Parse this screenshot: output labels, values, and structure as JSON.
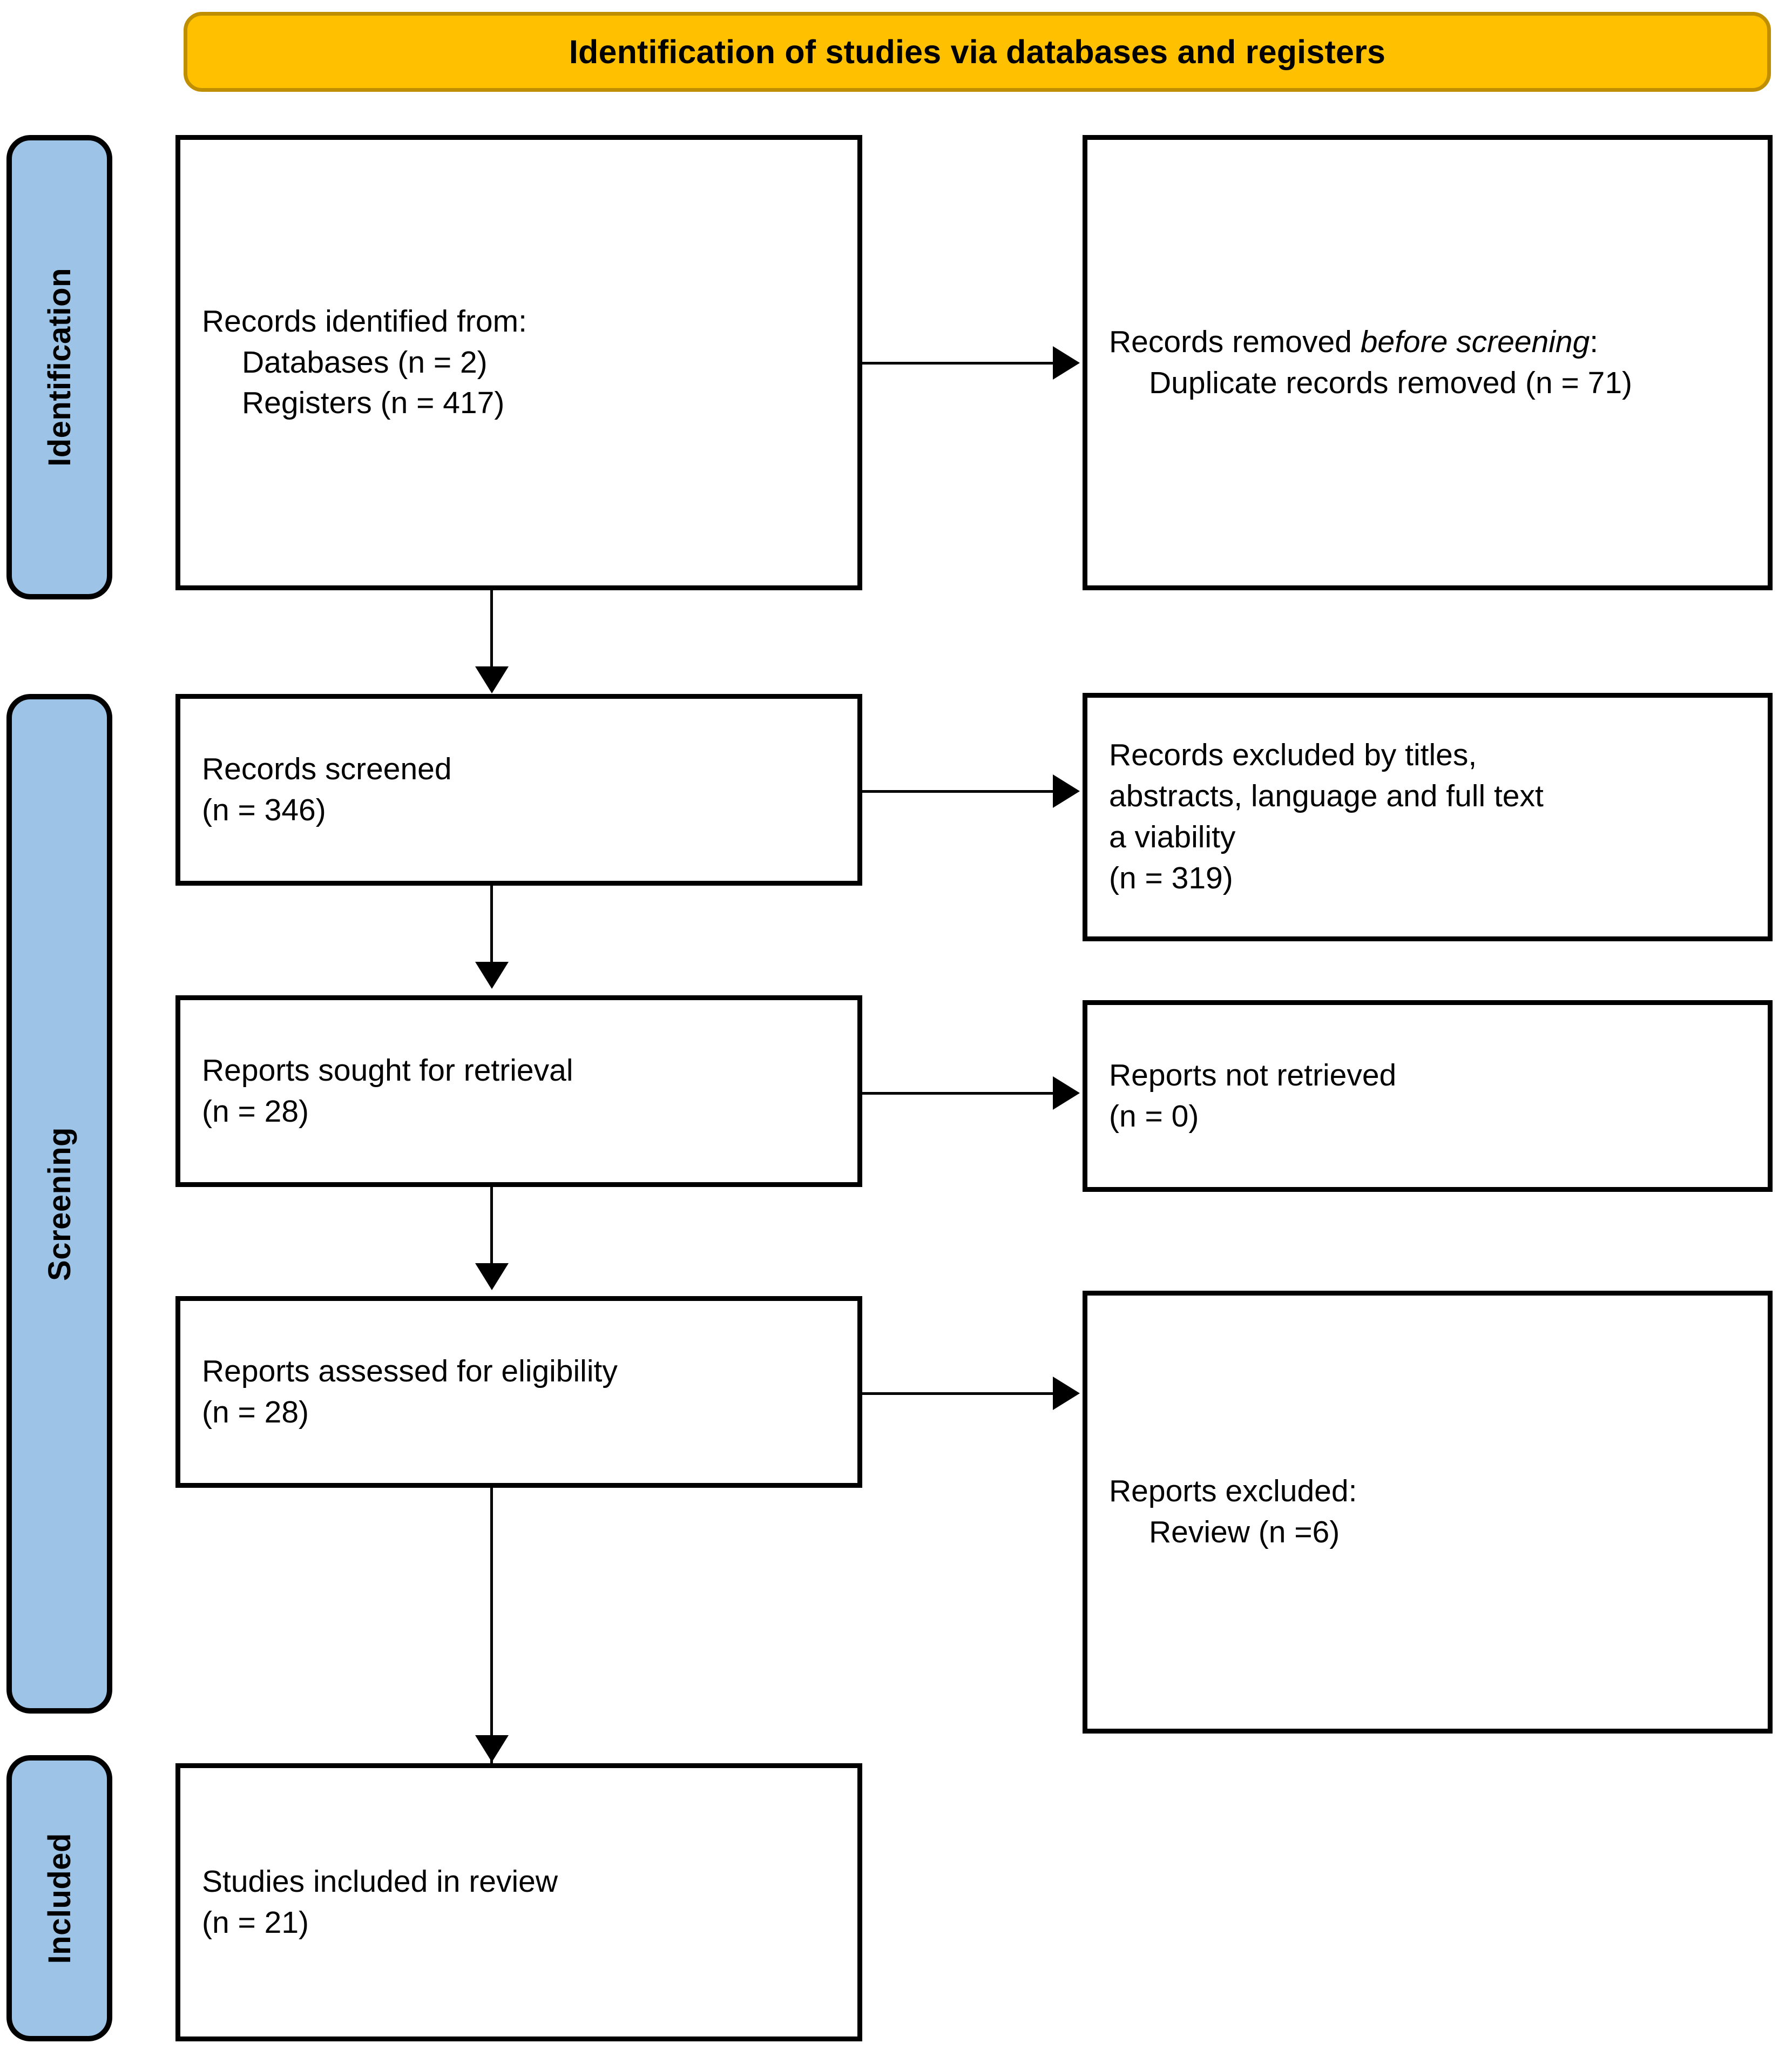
{
  "diagram": {
    "type": "prisma-flow-diagram",
    "title": "Identification of studies via databases and registers",
    "colors": {
      "banner_fill": "#FFC000",
      "banner_border": "#BF8F00",
      "stage_fill": "#9DC3E6",
      "node_border": "#000000",
      "node_fill": "#FFFFFF",
      "text": "#000000"
    }
  },
  "banner": {
    "label": "Identification of studies via databases and registers"
  },
  "stages": [
    {
      "id": "identification",
      "label": "Identification"
    },
    {
      "id": "screening",
      "label": "Screening"
    },
    {
      "id": "included",
      "label": "Included"
    }
  ],
  "nodes": {
    "records_identified": {
      "lines": [
        "Records identified from:",
        "Databases (n = 2)",
        "Registers (n = 417)"
      ],
      "counts": {
        "databases": 2,
        "registers": 417
      }
    },
    "records_removed": {
      "lines": [
        "Records removed ",
        "before screening",
        ":",
        "Duplicate records removed (n = 71)"
      ],
      "head_plain": "Records removed ",
      "head_italic": "before screening",
      "head_colon": ":",
      "detail": "Duplicate records removed (n = 71)",
      "counts": {
        "duplicates_removed": 71
      }
    },
    "records_screened": {
      "lines": [
        "Records screened",
        "(n = 346)"
      ],
      "counts": {
        "screened": 346
      }
    },
    "records_excluded": {
      "lines": [
        "Records excluded by titles,",
        "abstracts, language and full text",
        "a viability",
        "(n = 319)"
      ],
      "counts": {
        "excluded": 319
      }
    },
    "reports_sought": {
      "lines": [
        "Reports sought for retrieval",
        "(n = 28)"
      ],
      "counts": {
        "sought": 28
      }
    },
    "reports_not_retrieved": {
      "lines": [
        "Reports not retrieved",
        "(n = 0)"
      ],
      "counts": {
        "not_retrieved": 0
      }
    },
    "reports_assessed": {
      "lines": [
        "Reports assessed for eligibility",
        "(n = 28)"
      ],
      "counts": {
        "assessed": 28
      }
    },
    "reports_excluded": {
      "lines": [
        "Reports excluded:",
        "Review (n =6)"
      ],
      "counts": {
        "review": 6
      }
    },
    "studies_included": {
      "lines": [
        "Studies included in review",
        "(n = 21)"
      ],
      "counts": {
        "included": 21
      }
    }
  }
}
